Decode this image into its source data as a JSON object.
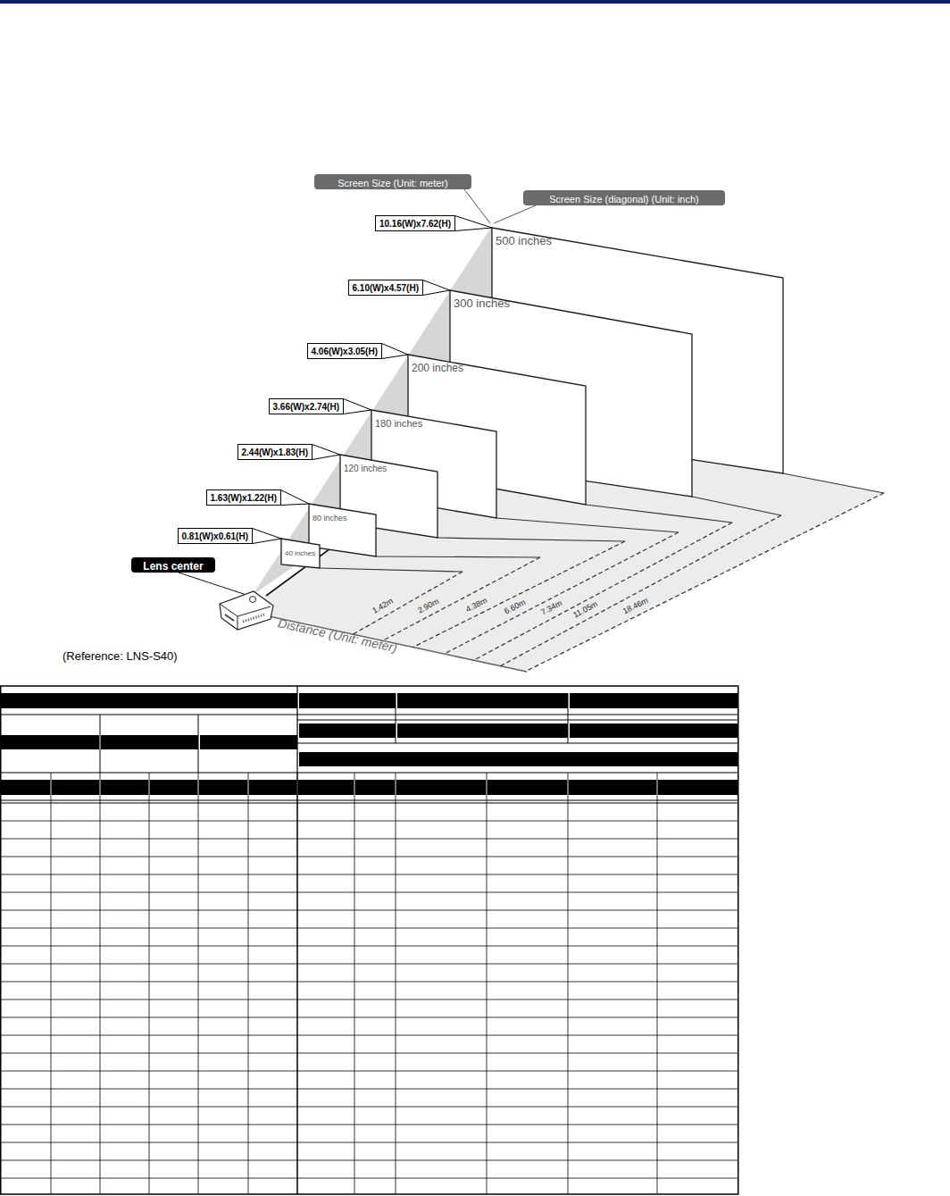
{
  "diagram": {
    "nodes": [
      {
        "text": [
          "Screen Size (Unit: meter)"
        ]
      },
      {
        "text": [
          "Screen Size (diagonal) (Unit: inch)"
        ]
      },
      {
        "text": [
          "10.16(W)x7.62(H)"
        ]
      },
      {
        "text": [
          "500 inches"
        ]
      },
      {
        "text": [
          "6.10(W)x4.57(H)"
        ]
      },
      {
        "text": [
          "300 inches"
        ]
      },
      {
        "text": [
          "4.06(W)x3.05(H)"
        ]
      },
      {
        "text": [
          "200 inches"
        ]
      },
      {
        "text": [
          "3.66(W)x2.74(H)"
        ]
      },
      {
        "text": [
          "180 inches"
        ]
      },
      {
        "text": [
          "2.44(W)x1.83(H)"
        ]
      },
      {
        "text": [
          "120 inches"
        ]
      },
      {
        "text": [
          "1.63(W)x1.22(H)"
        ]
      },
      {
        "text": [
          "80 inches"
        ]
      },
      {
        "text": [
          "0.81(W)x0.61(H)"
        ]
      },
      {
        "text": [
          "40 inches"
        ]
      },
      {
        "text": [
          "Lens center"
        ]
      }
    ],
    "edges": [
      {
        "from": 2,
        "to": 3,
        "arrow": "none"
      },
      {
        "from": 4,
        "to": 5,
        "arrow": "none"
      },
      {
        "from": 6,
        "to": 7,
        "arrow": "none"
      },
      {
        "from": 8,
        "to": 9,
        "arrow": "none"
      },
      {
        "from": 10,
        "to": 11,
        "arrow": "none"
      },
      {
        "from": 12,
        "to": 13,
        "arrow": "none"
      },
      {
        "from": 14,
        "to": 15,
        "arrow": "none"
      }
    ],
    "labels": [
      "1.42m",
      "2.90m",
      "4.38m",
      "6.60m",
      "7.34m",
      "11.05m",
      "18.46m",
      "Distance (Unit: meter)",
      "(Reference: LNS-S40)"
    ]
  }
}
